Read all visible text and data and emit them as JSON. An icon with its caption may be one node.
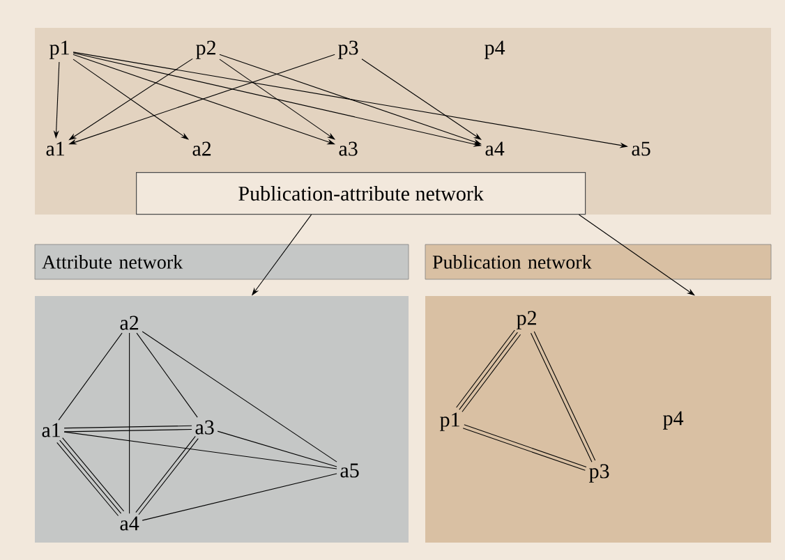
{
  "diagram": {
    "nodes": [
      {
        "text": [],
        "shape": "box"
      },
      {
        "text": [
          "p1"
        ],
        "in": 0
      },
      {
        "text": [
          "p2"
        ],
        "in": 0
      },
      {
        "text": [
          "p3"
        ],
        "in": 0
      },
      {
        "text": [
          "p4"
        ],
        "in": 0
      },
      {
        "text": [
          "a1"
        ],
        "in": 0
      },
      {
        "text": [
          "a2"
        ],
        "in": 0
      },
      {
        "text": [
          "a3"
        ],
        "in": 0
      },
      {
        "text": [
          "a4"
        ],
        "in": 0
      },
      {
        "text": [
          "a5"
        ],
        "in": 0
      },
      {
        "text": [
          "Publication-attribute network"
        ],
        "in": 0
      },
      {
        "text": [
          "Attribute network"
        ]
      },
      {
        "text": [
          "a2"
        ],
        "in": 11
      },
      {
        "text": [
          "a1"
        ],
        "in": 11
      },
      {
        "text": [
          "a3"
        ],
        "in": 11
      },
      {
        "text": [
          "a5"
        ],
        "in": 11
      },
      {
        "text": [
          "a4"
        ],
        "in": 11
      },
      {
        "text": [
          "Publication network"
        ]
      },
      {
        "text": [
          "p2"
        ],
        "in": 17
      },
      {
        "text": [
          "p1"
        ],
        "in": 17
      },
      {
        "text": [
          "p4"
        ],
        "in": 17
      },
      {
        "text": [
          "p3"
        ],
        "in": 17
      }
    ],
    "edges": [
      {
        "from": 1,
        "to": 5,
        "arrow": "to"
      },
      {
        "from": 1,
        "to": 6,
        "arrow": "to"
      },
      {
        "from": 1,
        "to": 7,
        "arrow": "to"
      },
      {
        "from": 1,
        "to": 8,
        "arrow": "to"
      },
      {
        "from": 1,
        "to": 9,
        "arrow": "to"
      },
      {
        "from": 2,
        "to": 5,
        "arrow": "to"
      },
      {
        "from": 2,
        "to": 7,
        "arrow": "to"
      },
      {
        "from": 2,
        "to": 8,
        "arrow": "to"
      },
      {
        "from": 3,
        "to": 5,
        "arrow": "to"
      },
      {
        "from": 3,
        "to": 8,
        "arrow": "to"
      },
      {
        "from": 10,
        "to": 11,
        "arrow": "to"
      },
      {
        "from": 10,
        "to": 17,
        "arrow": "to"
      },
      {
        "from": 12,
        "to": 13,
        "arrow": "none"
      },
      {
        "from": 12,
        "to": 14,
        "arrow": "none"
      },
      {
        "from": 12,
        "to": 16,
        "arrow": "none"
      },
      {
        "from": 12,
        "to": 15,
        "arrow": "none"
      },
      {
        "from": 13,
        "to": 14,
        "arrow": "none"
      },
      {
        "from": 13,
        "to": 14,
        "arrow": "none"
      },
      {
        "from": 13,
        "to": 15,
        "arrow": "none"
      },
      {
        "from": 13,
        "to": 16,
        "arrow": "none"
      },
      {
        "from": 13,
        "to": 16,
        "arrow": "none"
      },
      {
        "from": 13,
        "to": 16,
        "arrow": "none"
      },
      {
        "from": 14,
        "to": 15,
        "arrow": "none"
      },
      {
        "from": 14,
        "to": 16,
        "arrow": "none"
      },
      {
        "from": 14,
        "to": 16,
        "arrow": "none"
      },
      {
        "from": 16,
        "to": 15,
        "arrow": "none"
      },
      {
        "from": 18,
        "to": 19,
        "arrow": "none"
      },
      {
        "from": 18,
        "to": 19,
        "arrow": "none"
      },
      {
        "from": 18,
        "to": 19,
        "arrow": "none"
      },
      {
        "from": 18,
        "to": 21,
        "arrow": "none"
      },
      {
        "from": 18,
        "to": 21,
        "arrow": "none"
      },
      {
        "from": 19,
        "to": 21,
        "arrow": "none"
      },
      {
        "from": 19,
        "to": 21,
        "arrow": "none"
      }
    ]
  }
}
